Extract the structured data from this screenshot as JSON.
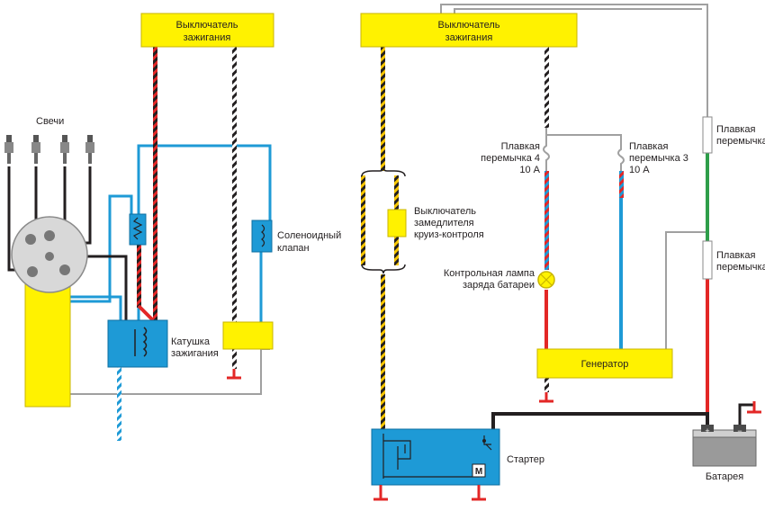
{
  "left_diagram": {
    "ignition_switch": {
      "line1": "Выключатель",
      "line2": "зажигания"
    },
    "spark_plugs_label": "Свечи",
    "solenoid_valve": {
      "line1": "Соленоидный",
      "line2": "клапан"
    },
    "ignition_coil": {
      "line1": "Катушка",
      "line2": "зажигания"
    }
  },
  "right_diagram": {
    "ignition_switch": {
      "line1": "Выключатель",
      "line2": "зажигания"
    },
    "cruise_switch": {
      "line1": "Выключатель",
      "line2": "замедлителя",
      "line3": "круиз-контроля"
    },
    "fuse_link_4": {
      "line1": "Плавкая",
      "line2": "перемычка 4",
      "line3": "10 А"
    },
    "fuse_link_3": {
      "line1": "Плавкая",
      "line2": "перемычка 3",
      "line3": "10 А"
    },
    "charge_lamp": {
      "line1": "Контрольная лампа",
      "line2": "заряда батареи"
    },
    "generator": "Генератор",
    "fusible_link_upper": {
      "line1": "Плавкая",
      "line2": "перемычка"
    },
    "fusible_link_lower": {
      "line1": "Плавкая",
      "line2": "перемычка"
    },
    "starter": "Стартер",
    "motor_symbol": "M",
    "battery": {
      "label": "Батарея",
      "plus": "+",
      "minus": "−"
    }
  },
  "colors": {
    "component_yellow": "#fff200",
    "module_blue": "#1e9ad6",
    "wire_blue": "#1e9ad6",
    "wire_black": "#231f20",
    "wire_red": "#e32726",
    "wire_green": "#2e9e4a",
    "wire_yellow": "#f7c600",
    "ground_red": "#e32726",
    "wire_gray": "#a0a0a0"
  }
}
